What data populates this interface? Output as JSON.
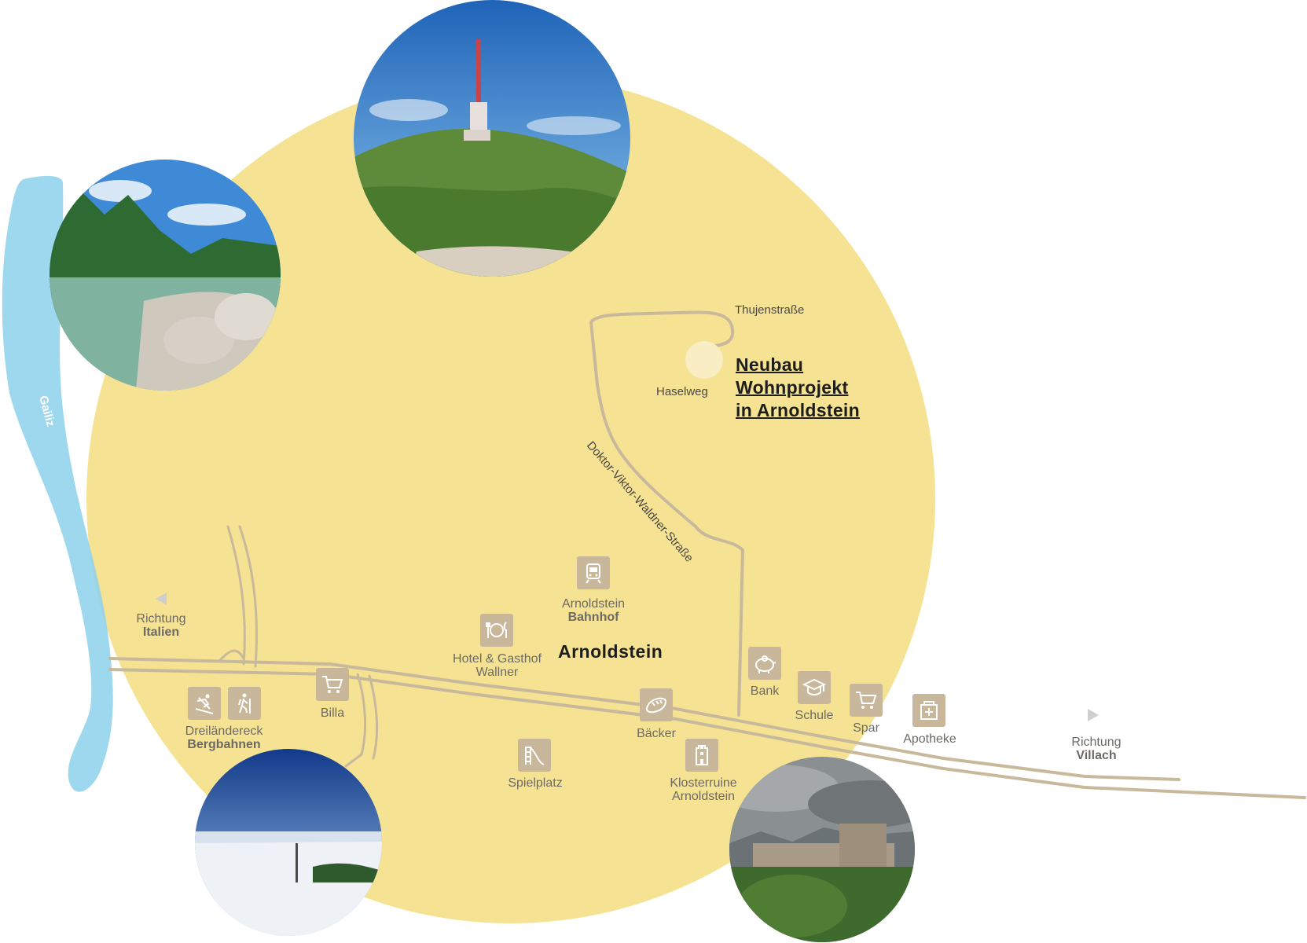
{
  "project": {
    "title_line1": "Neubau",
    "title_line2": "Wohnprojekt",
    "title_line3": "in Arnoldstein"
  },
  "town": "Arnoldstein",
  "river": "Gailiz",
  "streets": {
    "thujen": "Thujenstraße",
    "hasel": "Haselweg",
    "doktor": "Doktor-Viktor-Waldner-Straße"
  },
  "directions": {
    "italien_line1": "Richtung",
    "italien_line2": "Italien",
    "villach_line1": "Richtung",
    "villach_line2": "Villach"
  },
  "pois": {
    "bahnhof_line1": "Arnoldstein",
    "bahnhof_line2": "Bahnhof",
    "hotel_line1": "Hotel & Gasthof",
    "hotel_line2": "Wallner",
    "billa": "Billa",
    "bergbahnen_line1": "Dreiländereck",
    "bergbahnen_line2": "Bergbahnen",
    "baecker": "Bäcker",
    "spielplatz": "Spielplatz",
    "kloster_line1": "Klosterruine",
    "kloster_line2": "Arnoldstein",
    "bank": "Bank",
    "schule": "Schule",
    "spar": "Spar",
    "apotheke": "Apotheke"
  },
  "icons": {
    "bahnhof": "train-icon",
    "hotel": "restaurant-icon",
    "billa": "cart-icon",
    "ski": "skier-icon",
    "hike": "hiker-icon",
    "baecker": "bread-icon",
    "spielplatz": "slide-icon",
    "kloster": "tower-icon",
    "bank": "piggy-bank-icon",
    "schule": "graduation-cap-icon",
    "spar": "cart-icon",
    "apotheke": "pharmacy-icon"
  },
  "colors": {
    "area": "#f5e393",
    "road": "#c9b99c",
    "river": "#8dd1ec",
    "poi_box": "#c8b79a",
    "label": "#6d6a66",
    "title": "#1d1d1b"
  }
}
